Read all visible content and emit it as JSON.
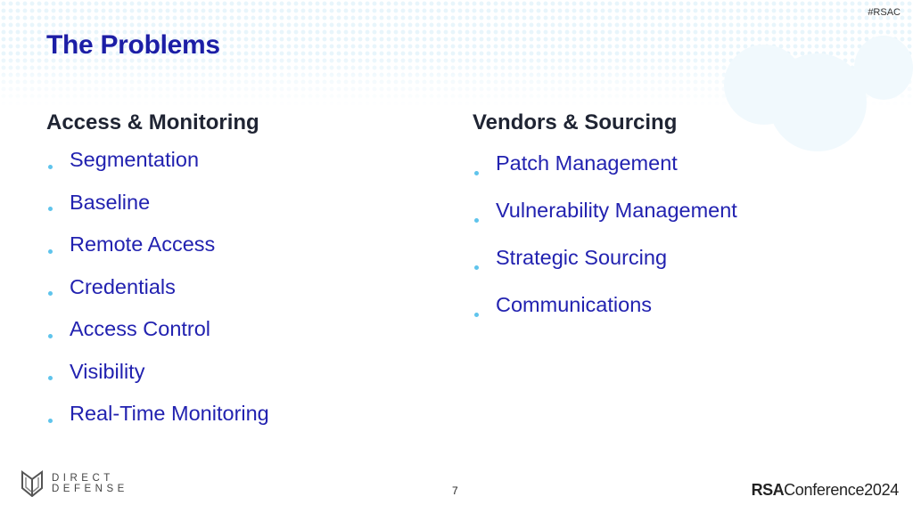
{
  "header": {
    "hashtag": "#RSAC",
    "title": "The Problems"
  },
  "columns": [
    {
      "heading": "Access & Monitoring",
      "items": [
        "Segmentation",
        "Baseline",
        "Remote Access",
        "Credentials",
        "Access Control",
        "Visibility",
        "Real-Time Monitoring"
      ]
    },
    {
      "heading": "Vendors & Sourcing",
      "items": [
        "Patch Management",
        "Vulnerability Management",
        "Strategic Sourcing",
        "Communications"
      ]
    }
  ],
  "footer": {
    "logo_line1": "DIRECT",
    "logo_line2": "DEFENSE",
    "page_number": "7",
    "conference_brand": "RSA",
    "conference_name": "Conference",
    "conference_year": "2024"
  },
  "colors": {
    "title": "#1c1ea6",
    "bullet_text": "#2222b0",
    "bullet_dot": "#5fc4ec",
    "heading": "#1f2433"
  }
}
